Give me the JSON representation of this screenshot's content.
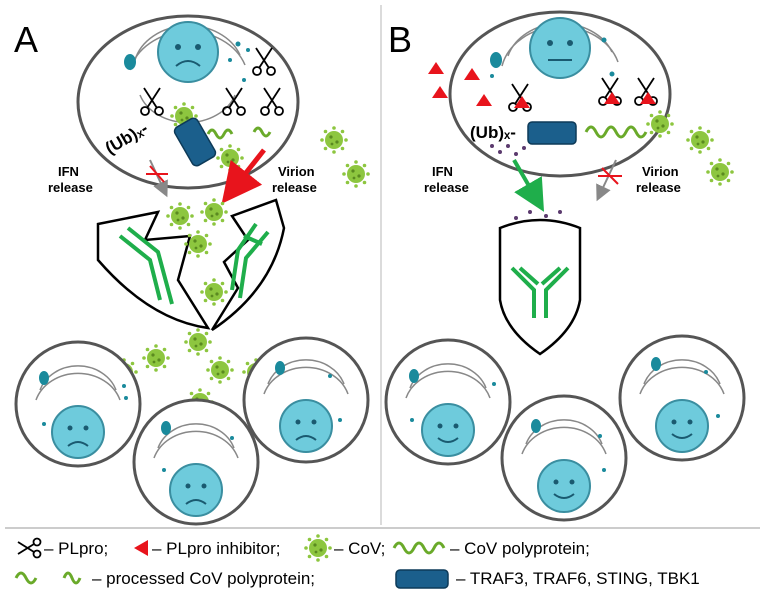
{
  "panels": {
    "a": {
      "letter": "A",
      "ub_label": "(Ub)ₓ-",
      "ifn_line1": "IFN",
      "ifn_line2": "release",
      "virion_line1": "Virion",
      "virion_line2": "release"
    },
    "b": {
      "letter": "B",
      "ub_label": "(Ub)ₓ-",
      "ifn_line1": "IFN",
      "ifn_line2": "release",
      "virion_line1": "Virion",
      "virion_line2": "release"
    }
  },
  "legend": {
    "plpro": "– PLpro;",
    "plpro_inhibitor": "– PLpro inhibitor;",
    "cov": "– CoV;",
    "cov_polyprotein": "– CoV polyprotein;",
    "processed_polyprotein": "– processed CoV polyprotein;",
    "proteins": "– TRAF3, TRAF6, STING, TBK1"
  },
  "colors": {
    "cell_face": "#6ecbdc",
    "virus": "#8dc63f",
    "inhibitor": "#e8141c",
    "antibody": "#1fae4b",
    "protein_block": "#1b5f8c",
    "organelle": "#1a8a9c",
    "polyprotein": "#6aaa2a"
  }
}
